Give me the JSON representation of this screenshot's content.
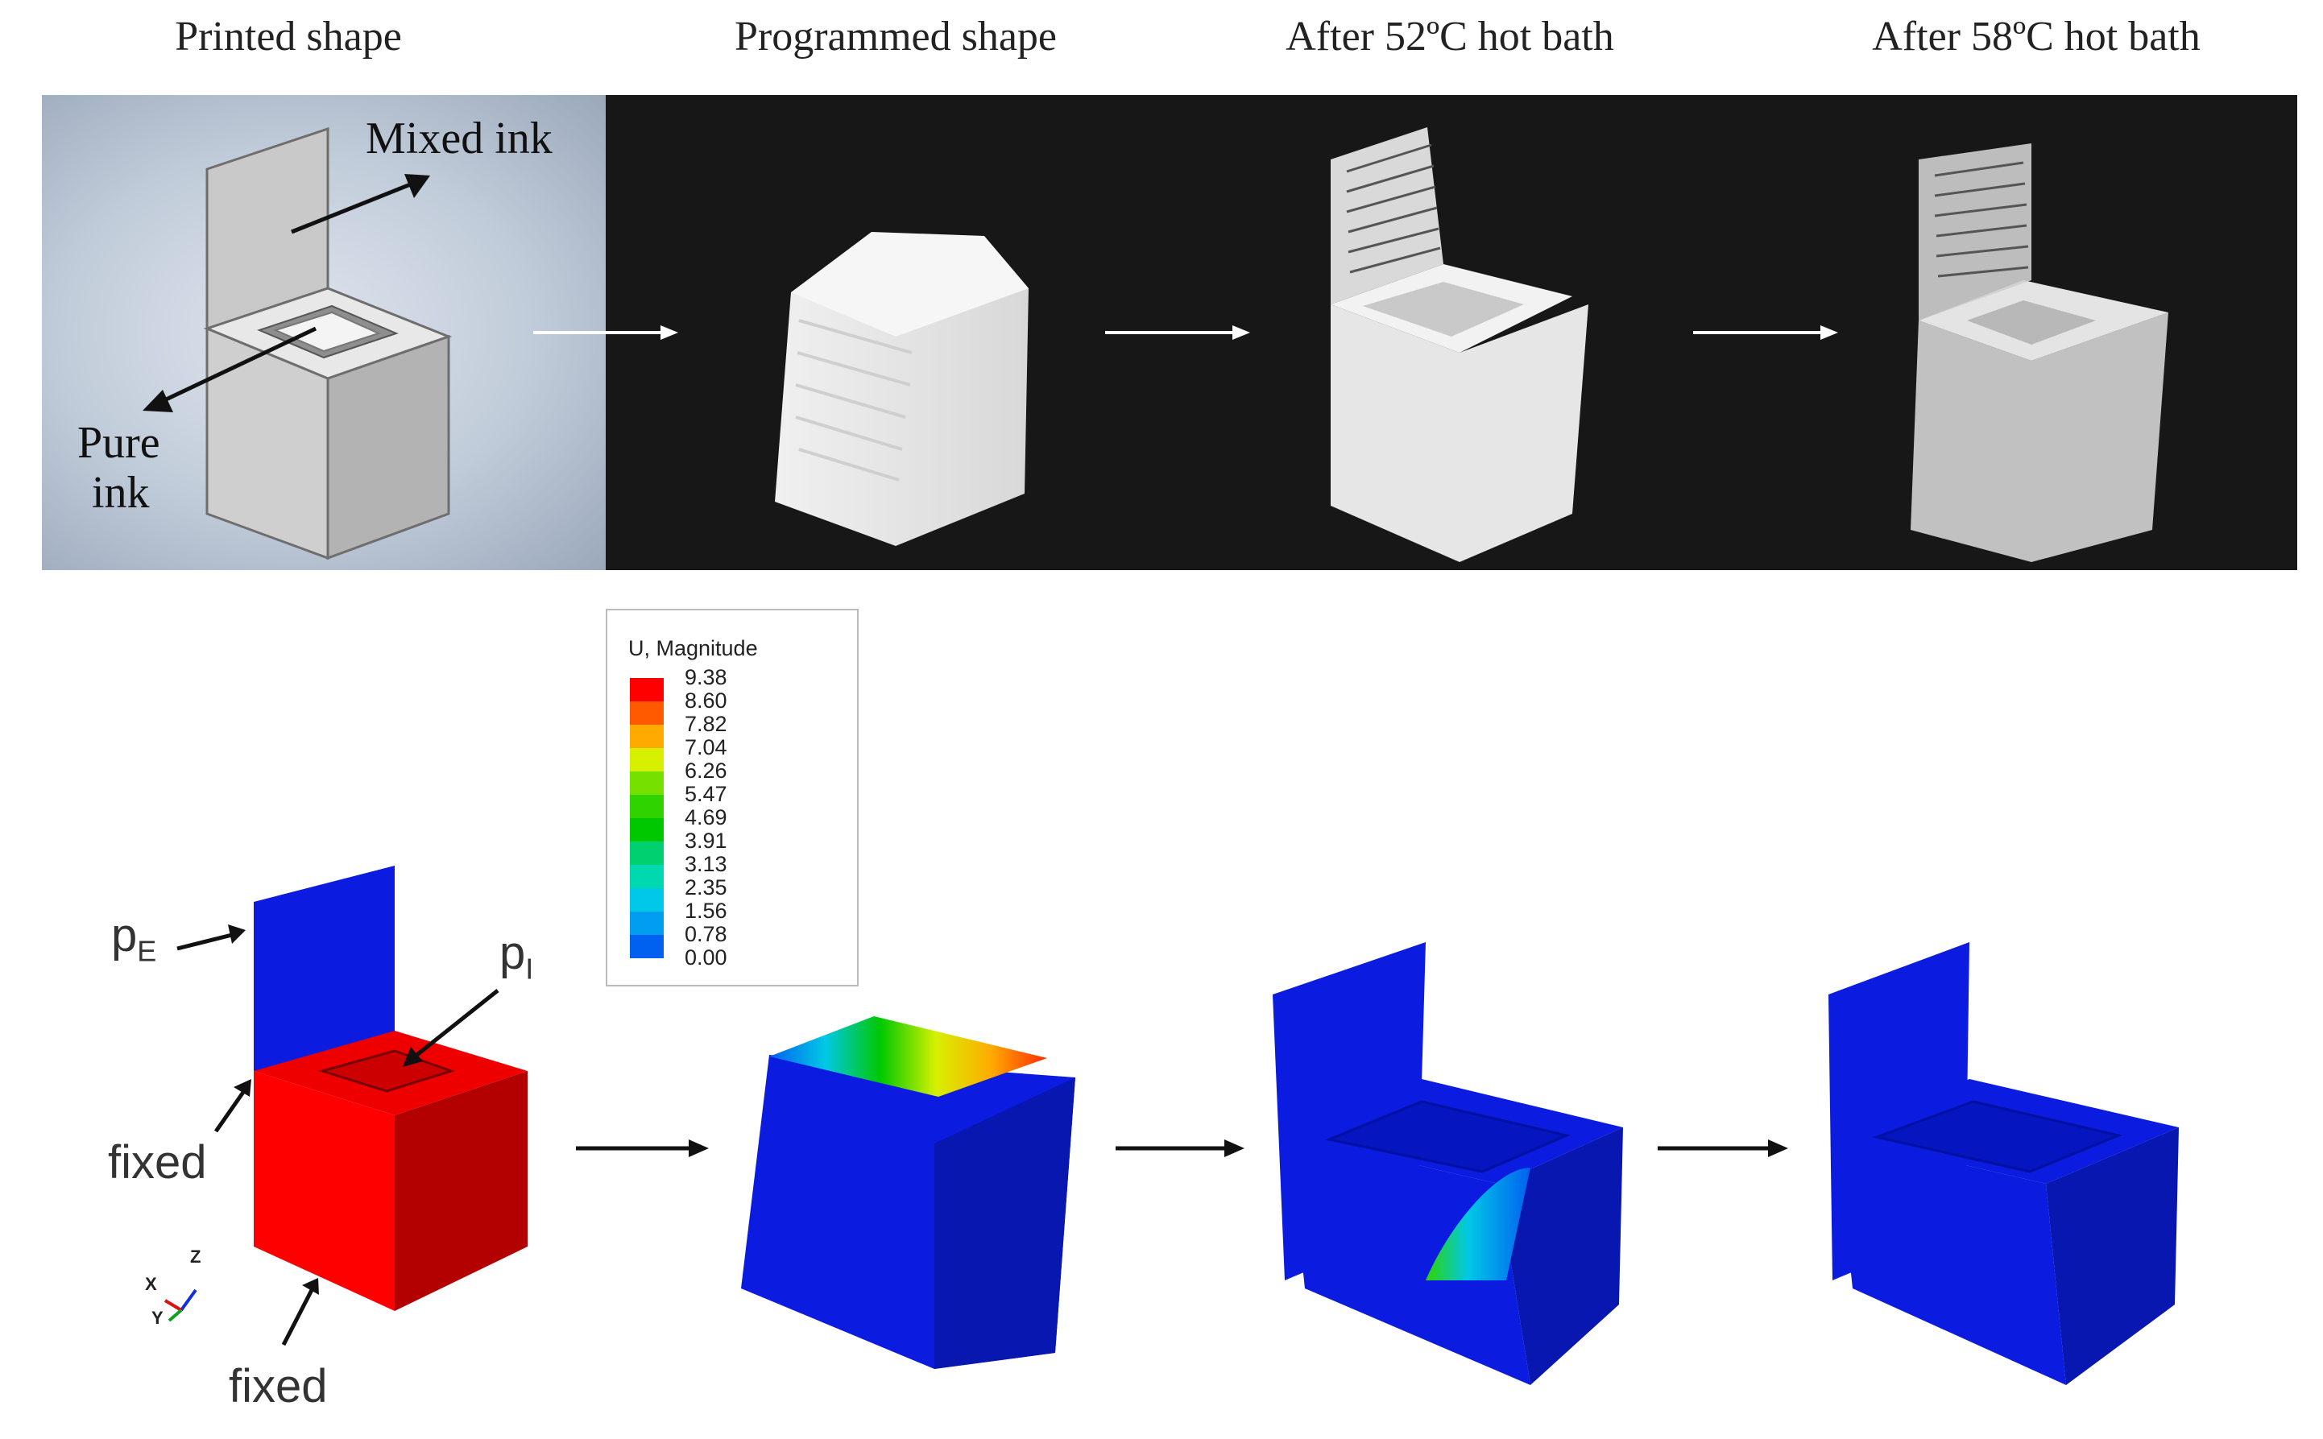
{
  "top_row": {
    "titles": [
      "Printed shape",
      "Programmed shape",
      "After 52ºC hot bath",
      "After 58ºC hot bath"
    ],
    "cad_labels": {
      "mixed_ink": "Mixed ink",
      "pure_ink_line1": "Pure",
      "pure_ink_line2": "ink"
    }
  },
  "legend": {
    "title": "U, Magnitude",
    "values": [
      "9.38",
      "8.60",
      "7.82",
      "7.04",
      "6.26",
      "5.47",
      "4.69",
      "3.91",
      "3.13",
      "2.35",
      "1.56",
      "0.78",
      "0.00"
    ],
    "colors": [
      "#ff0000",
      "#ff5a00",
      "#ffaa00",
      "#d6f000",
      "#76e000",
      "#2fd400",
      "#00c800",
      "#00d070",
      "#00d9b0",
      "#00c8e6",
      "#009ef0",
      "#0060f0",
      "#0000ff"
    ]
  },
  "sim_labels": {
    "p_e_main": "p",
    "p_e_sub": "E",
    "p_i_main": "p",
    "p_i_sub": "I",
    "fixed_1": "fixed",
    "fixed_2": "fixed"
  },
  "axes": {
    "x": "X",
    "y": "Y",
    "z": "Z"
  },
  "colors": {
    "sim_blue": "#0b1be0",
    "sim_red": "#ff0000",
    "photo_bg": "#171717"
  }
}
